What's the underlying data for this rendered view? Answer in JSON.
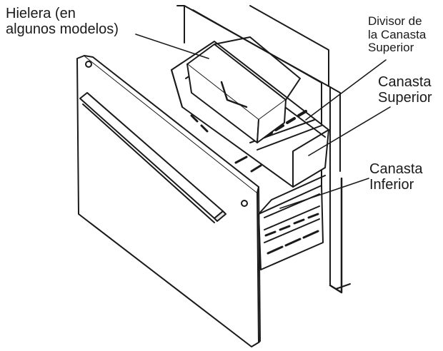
{
  "labels": {
    "ice_bin": {
      "line1": "Hielera (en",
      "line2": "algunos modelos)"
    },
    "upper_divider": {
      "line1": "Divisor de",
      "line2": "la Canasta",
      "line3": "Superior"
    },
    "upper_basket": {
      "line1": "Canasta",
      "line2": "Superior"
    },
    "lower_basket": {
      "line1": "Canasta",
      "line2": "Inferior"
    }
  },
  "colors": {
    "stroke": "#1a1a1a",
    "fill": "#ffffff",
    "shade": "#e6e6e6"
  }
}
